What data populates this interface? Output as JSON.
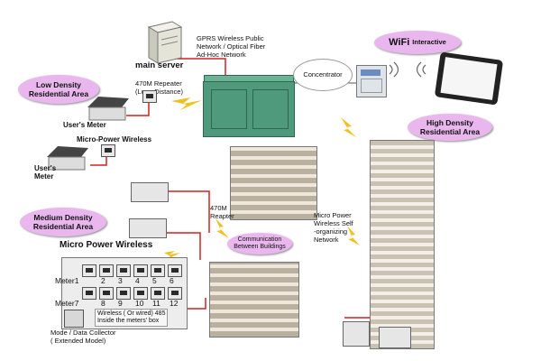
{
  "labels": {
    "main_server": "main server",
    "gprs": "GPRS Wireless Public\nNetwork / Optical Fiber\nAd-Hoc Network",
    "repeater_long": "470M Repeater\n(Long Distance)",
    "concentrator": "Concentrator",
    "wifi": "WiFi",
    "wifi_suffix": "Interactive",
    "low_density": "Low Density\nResidential Area",
    "users_meter_1": "User's Meter",
    "micro_power_wireless_1": "Micro-Power Wireless",
    "users_meter_2": "User's\nMeter",
    "high_density": "High Density\nResidential Area",
    "repeater_470": "470M\nReapter",
    "communication": "Communication\nBetween Buildings",
    "micro_power_self": "Micro Power\nWireless Self\n-organizing\nNetwork",
    "medium_density": "Medium Density\nResidential Area",
    "micro_power_wireless_2": "Micro Power Wireless",
    "meter1": "Meter1",
    "meter7": "Meter7",
    "wired_note": "Wireless ( Or wired) 485\nInside the meters' box",
    "collector": "Mode / Data Collector\n( Extended Model)"
  },
  "meter_numbers_row1": [
    "2",
    "3",
    "4",
    "5",
    "6"
  ],
  "meter_numbers_row2": [
    "8",
    "9",
    "10",
    "11",
    "12"
  ],
  "colors": {
    "pill": "#e9b7ee",
    "cable": "#d42020",
    "lightning": "#f0c020",
    "substation": "#4f9a7c"
  }
}
